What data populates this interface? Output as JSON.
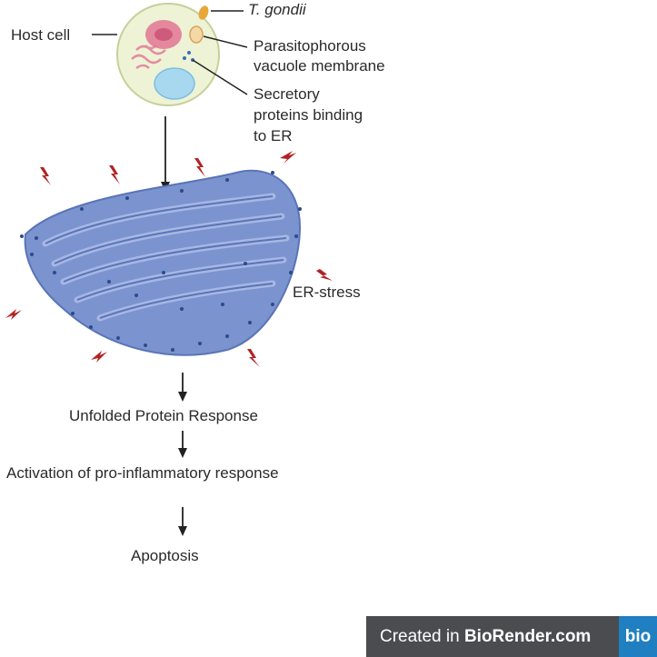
{
  "labels": {
    "parasite": "T. gondii",
    "host_cell": "Host cell",
    "pvm_line1": "Parasitophorous",
    "pvm_line2": "vacuole membrane",
    "secretory_line1": "Secretory",
    "secretory_line2": "proteins binding",
    "secretory_line3": "to ER",
    "er_stress": "ER-stress",
    "upr": "Unfolded Protein Response",
    "activation": "Activation of pro-inflammatory response",
    "apoptosis": "Apoptosis"
  },
  "badge": {
    "prefix": "Created in ",
    "brand": "BioRender.com",
    "logo": "bio"
  },
  "colors": {
    "er_fill": "#7b93cf",
    "er_dark": "#5a74b8",
    "er_light": "#a7b7e3",
    "lightning": "#b22222",
    "cell_fill": "#eef3d6",
    "cell_stroke": "#c8cf9a",
    "nucleus": "#e27c98",
    "vacuole": "#a8d8ef",
    "parasite": "#e7a83b"
  }
}
